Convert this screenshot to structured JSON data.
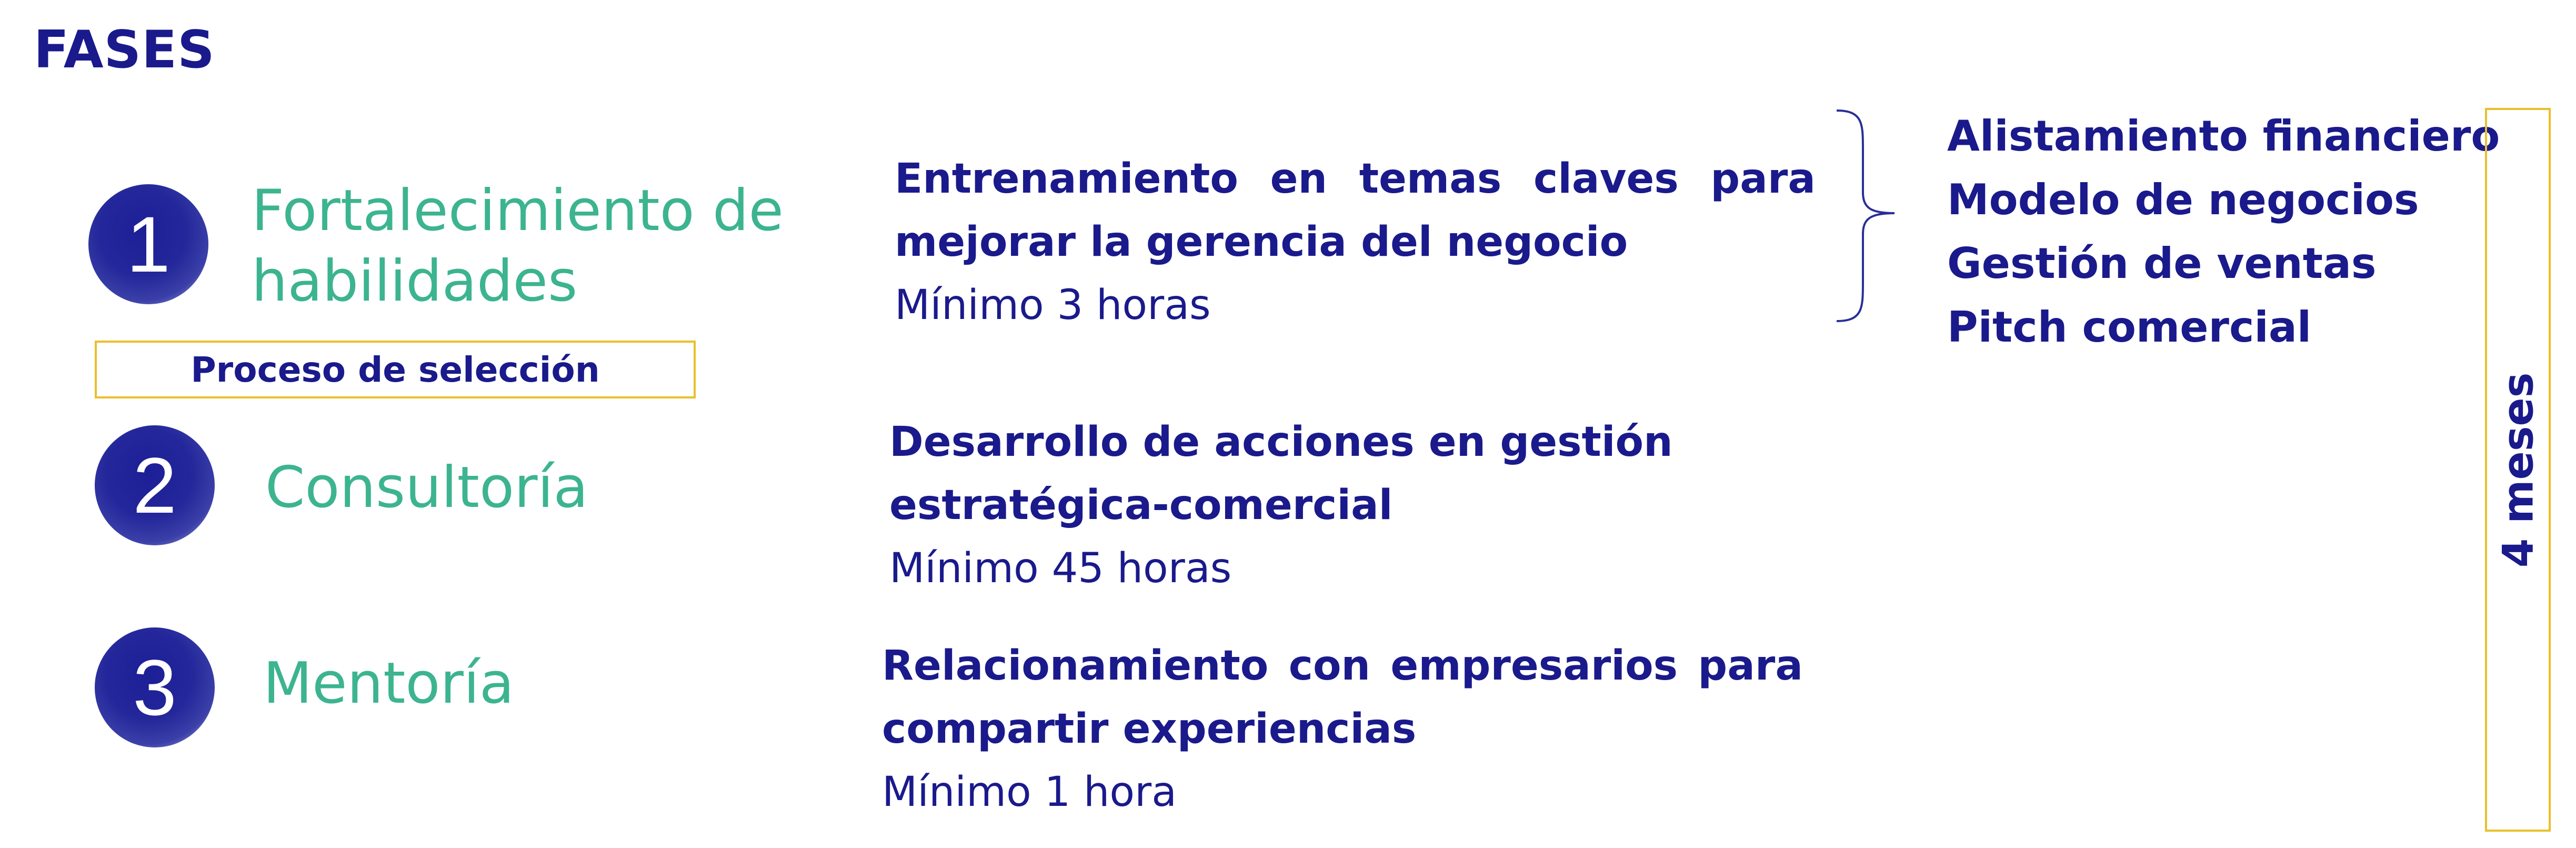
{
  "title": "FASES",
  "phases": [
    {
      "number": "1",
      "name_lines": [
        "Fortalecimiento de",
        "habilidades"
      ],
      "description_bold": "Entrenamiento en temas claves para mejorar la gerencia del negocio",
      "duration": "Mínimo 3 horas"
    },
    {
      "number": "2",
      "name_lines": [
        "Consultoría"
      ],
      "description_bold": "Desarrollo de acciones en gestión estratégica-comercial",
      "duration": "Mínimo 45 horas"
    },
    {
      "number": "3",
      "name_lines": [
        "Mentoría"
      ],
      "description_bold": "Relacionamiento con empresarios para compartir experiencias",
      "duration": "Mínimo 1 hora"
    }
  ],
  "selection_process": "Proceso de selección",
  "topics": [
    "Alistamiento financiero",
    "Modelo de negocios",
    "Gestión de ventas",
    "Pitch comercial"
  ],
  "total_duration": "4 meses",
  "colors": {
    "title": "#1a1a8c",
    "phase_name": "#3cb48f",
    "text": "#1a1a8c",
    "box_border": "#e8c02c",
    "circle": "#23279a"
  }
}
